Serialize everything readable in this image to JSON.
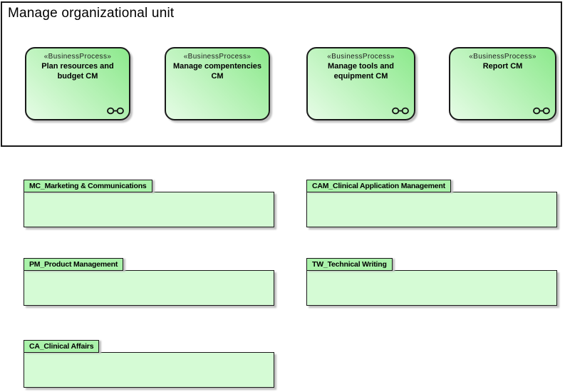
{
  "frame": {
    "title": "Manage organizational unit"
  },
  "processes": [
    {
      "stereotype": "«BusinessProcess»",
      "name": "Plan resources and budget CM",
      "composite": true
    },
    {
      "stereotype": "«BusinessProcess»",
      "name": "Manage compentencies CM",
      "composite": false
    },
    {
      "stereotype": "«BusinessProcess»",
      "name": "Manage tools and equipment CM",
      "composite": true
    },
    {
      "stereotype": "«BusinessProcess»",
      "name": "Report CM",
      "composite": true
    }
  ],
  "packages": [
    {
      "name": "MC_Marketing & Communications"
    },
    {
      "name": "CAM_Clinical Application Management"
    },
    {
      "name": "PM_Product Management"
    },
    {
      "name": "TW_Technical Writing"
    },
    {
      "name": "CA_Clinical Affairs"
    }
  ],
  "icons": {
    "composite": "linked-circles"
  },
  "colors": {
    "shape-border": "#1a1a1a",
    "process-grad-light": "#e6fce6",
    "process-grad-dark": "#8ce98c",
    "package-tab-fill": "#aaf2aa",
    "package-body-fill": "#d5fbd5",
    "shadow": "#c0c0c0",
    "text": "#000000"
  }
}
